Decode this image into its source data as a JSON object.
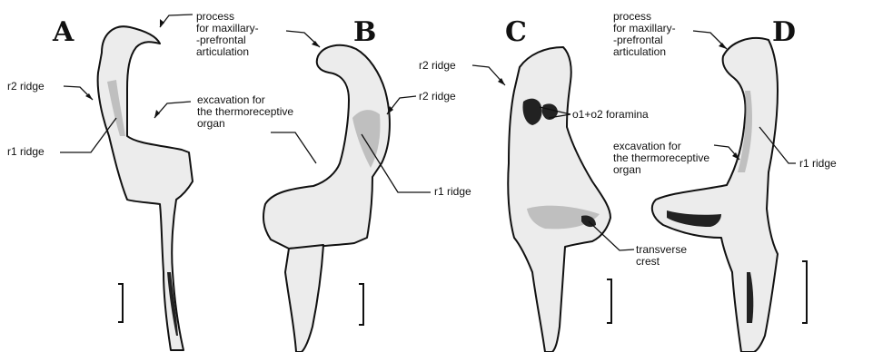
{
  "panels": {
    "A": {
      "letter": "A",
      "labels": {
        "r2": "r2 ridge",
        "r1": "r1 ridge"
      }
    },
    "B": {
      "letter": "B",
      "labels": {
        "process": [
          "process",
          "for maxillary-",
          "-prefrontal",
          "articulation"
        ],
        "excavation": [
          "excavation for",
          "the thermoreceptive",
          "organ"
        ],
        "r2": "r2 ridge",
        "r1": "r1 ridge"
      }
    },
    "C": {
      "letter": "C",
      "labels": {
        "r2": "r2 ridge",
        "foramina": "o1+o2 foramina",
        "crest": [
          "transverse",
          "crest"
        ]
      }
    },
    "D": {
      "letter": "D",
      "labels": {
        "process": [
          "process",
          "for maxillary-",
          "-prefrontal",
          "articulation"
        ],
        "excavation": [
          "excavation for",
          "the thermoreceptive",
          "organ"
        ],
        "r1": "r1 ridge"
      }
    }
  }
}
